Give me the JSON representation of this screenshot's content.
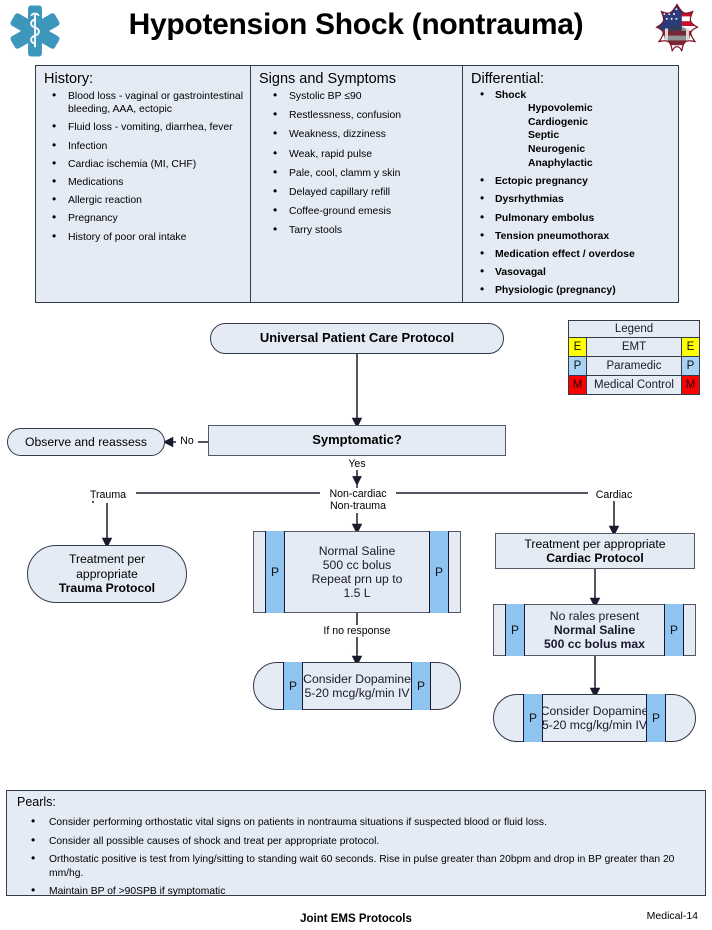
{
  "header": {
    "title": "Hypotension Shock (nontrauma)",
    "left_icon": "star-of-life-icon",
    "right_icon": "fire-department-maltese-cross-badge-icon"
  },
  "info_boxes": {
    "history": {
      "heading": "History:",
      "items": [
        "Blood loss - vaginal or gastrointestinal bleeding, AAA, ectopic",
        "Fluid loss - vomiting, diarrhea, fever",
        "Infection",
        "Cardiac ischemia (MI, CHF)",
        "Medications",
        "Allergic reaction",
        "Pregnancy",
        "History of poor oral intake"
      ]
    },
    "signs_symptoms": {
      "heading": "Signs and Symptoms",
      "items": [
        "Systolic BP ≤90",
        "Restlessness, confusion",
        "Weakness, dizziness",
        "Weak, rapid pulse",
        "Pale, cool, clamm y skin",
        "Delayed capillary refill",
        "Coffee-ground emesis",
        "Tarry stools"
      ]
    },
    "differential": {
      "heading": "Differential:",
      "shock_label": "Shock",
      "shock_types": [
        "Hypovolemic",
        "Cardiogenic",
        "Septic",
        "Neurogenic",
        "Anaphylactic"
      ],
      "items": [
        "Ectopic pregnancy",
        "Dysrhythmias",
        "Pulmonary embolus",
        "Tension pneumothorax",
        "Medication effect / overdose",
        "Vasovagal",
        "Physiologic (pregnancy)"
      ]
    }
  },
  "legend": {
    "title": "Legend",
    "rows": [
      {
        "chip": "E",
        "label": "EMT",
        "color": "#ffff00"
      },
      {
        "chip": "P",
        "label": "Paramedic",
        "color": "#a8d3f5"
      },
      {
        "chip": "M",
        "label": "Medical Control",
        "color": "#ff0000"
      }
    ]
  },
  "flowchart": {
    "nodes": {
      "universal": "Universal Patient Care Protocol",
      "symptomatic": "Symptomatic?",
      "observe": "Observe and reassess",
      "trauma_protocol_line1": "Treatment per",
      "trauma_protocol_line2": "appropriate",
      "trauma_protocol_line3": "Trauma Protocol",
      "normal_saline_line1": "Normal Saline",
      "normal_saline_line2": "500 cc bolus",
      "normal_saline_line3": "Repeat prn up to",
      "normal_saline_line4": "1.5 L",
      "dopamine_left_line1": "Consider Dopamine",
      "dopamine_left_line2": "5-20 mcg/kg/min IV",
      "cardiac_protocol_line1": "Treatment per appropriate",
      "cardiac_protocol_line2": "Cardiac Protocol",
      "no_rales_line1": "No rales present",
      "no_rales_line2": "Normal Saline",
      "no_rales_line3": "500 cc bolus max",
      "dopamine_right_line1": "Consider Dopamine",
      "dopamine_right_line2": "5-20 mcg/kg/min IV"
    },
    "edge_labels": {
      "no": "No",
      "yes": "Yes",
      "trauma": "Trauma",
      "noncardiac_line1": "Non-cardiac",
      "noncardiac_line2": "Non-trauma",
      "cardiac": "Cardiac",
      "if_no_response": "If no response"
    },
    "badges": {
      "paramedic": "P"
    }
  },
  "pearls": {
    "heading": "Pearls:",
    "items": [
      "Consider performing orthostatic vital signs on patients in nontrauma situations if suspected blood or fluid loss.",
      "Consider all possible causes of shock and treat per appropriate protocol.",
      "Orthostatic positive is test from lying/sitting to standing wait 60 seconds. Rise in pulse greater than 20bpm and drop in BP greater than 20 mm/hg.",
      "Maintain BP of >90SPB if symptomatic"
    ]
  },
  "footer": {
    "center": "Joint EMS Protocols",
    "right": "Medical-14"
  },
  "colors": {
    "box_fill": "#e5ebf5",
    "box_border": "#333a4a",
    "paramedic_blue": "#8fc4f0",
    "emt_yellow": "#ffff00",
    "medical_red": "#ff0000"
  }
}
